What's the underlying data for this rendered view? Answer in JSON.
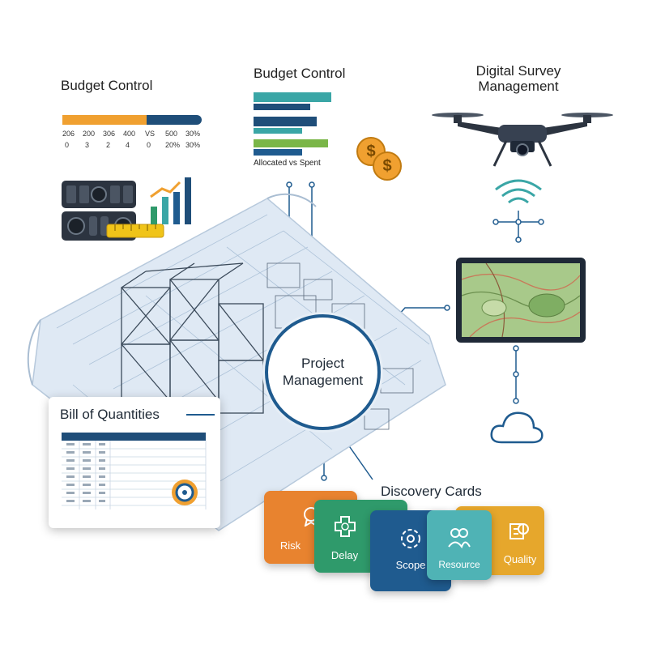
{
  "budget_left": {
    "title": "Budget Control",
    "ticks_top": [
      "206",
      "200",
      "306",
      "400",
      "VS",
      "500",
      "30%"
    ],
    "ticks_bottom": [
      "0",
      "3",
      "2",
      "4",
      "0",
      "20%",
      "30%"
    ]
  },
  "budget_center": {
    "title": "Budget Control",
    "caption": "Allocated vs Spent",
    "currency_symbol": "$"
  },
  "survey": {
    "title_line1": "Digital Survey",
    "title_line2": "Management"
  },
  "hub": {
    "line1": "Project",
    "line2": "Management"
  },
  "boq": {
    "title": "Bill of Quantities"
  },
  "discovery": {
    "title": "Discovery Cards",
    "cards": [
      {
        "label": "Risk",
        "color": "#e8832f"
      },
      {
        "label": "Delay",
        "color": "#2f9a6b"
      },
      {
        "label": "Scope",
        "color": "#1f5b8f"
      },
      {
        "label": "Resource",
        "color": "#4fb3b5"
      },
      {
        "label": "Quality",
        "color": "#e6a72c"
      }
    ]
  },
  "colors": {
    "navy": "#1f4e79",
    "teal": "#3aa6a6",
    "green": "#7ab648",
    "orange": "#f0a030",
    "blueprint": "#dbe7f3"
  }
}
